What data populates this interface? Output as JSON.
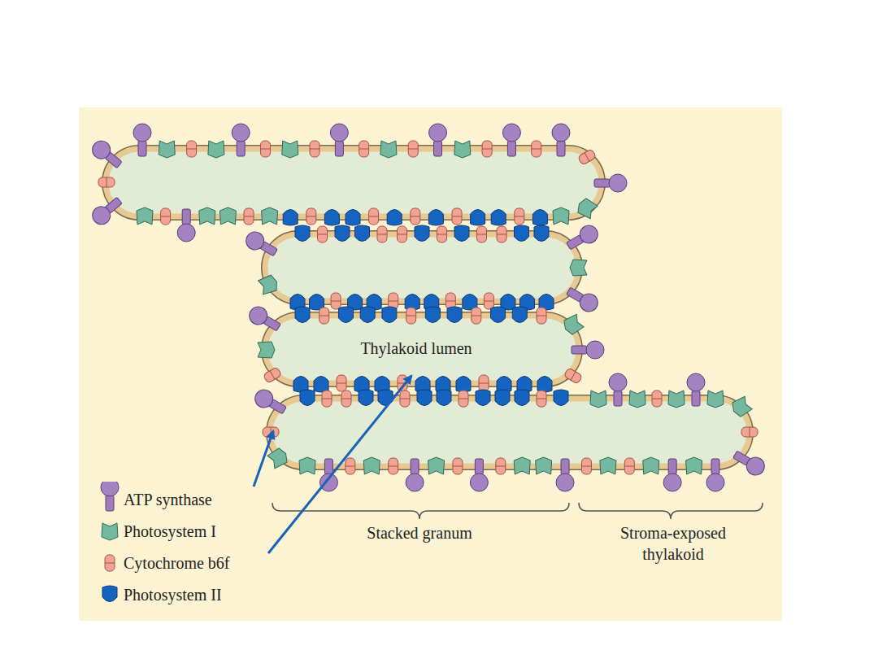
{
  "diagram": {
    "labels": [
      "Thylakoid lumen",
      "Stacked granum",
      "Stroma-exposed thylakoid"
    ],
    "legend": [
      {
        "text": "ATP synthase"
      },
      {
        "text": "Photosystem I"
      },
      {
        "text": "Cytochrome b6f"
      },
      {
        "text": "Photosystem II"
      }
    ]
  }
}
